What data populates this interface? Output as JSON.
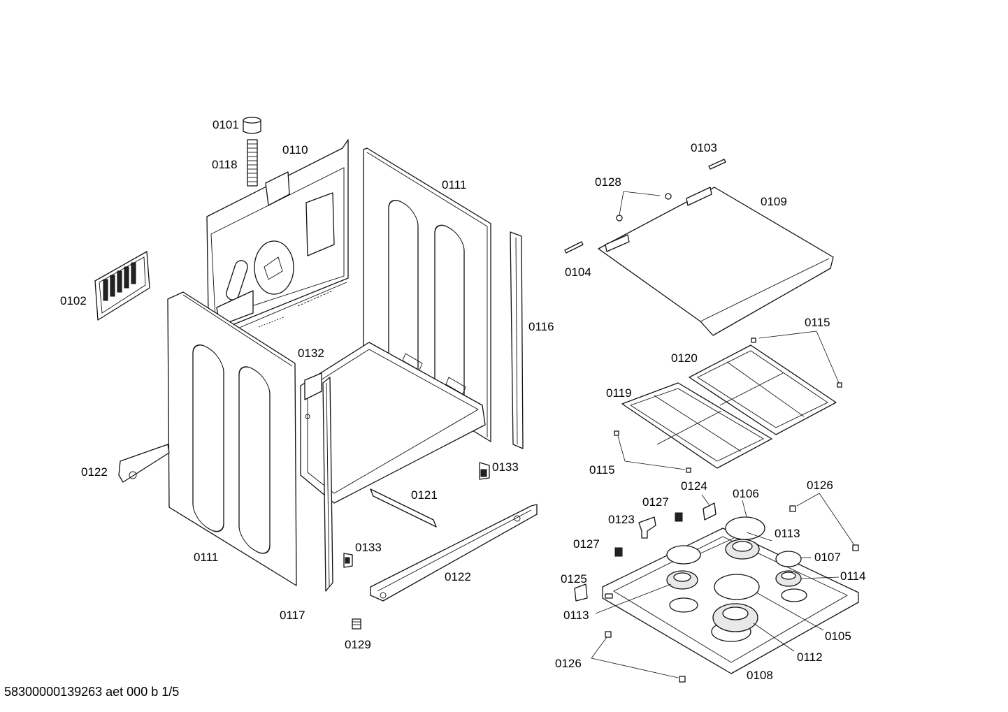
{
  "document_id": "58300000139263 aet 000 b 1/5",
  "labels": {
    "l0101": "0101",
    "l0118": "0118",
    "l0110": "0110",
    "l0111a": "0111",
    "l0102": "0102",
    "l0116": "0116",
    "l0132": "0132",
    "l0122a": "0122",
    "l0133a": "0133",
    "l0121": "0121",
    "l0111b": "0111",
    "l0133b": "0133",
    "l0122b": "0122",
    "l0117": "0117",
    "l0129": "0129",
    "l0103": "0103",
    "l0128": "0128",
    "l0109": "0109",
    "l0104": "0104",
    "l0115a": "0115",
    "l0120": "0120",
    "l0119": "0119",
    "l0115b": "0115",
    "l0124": "0124",
    "l0106": "0106",
    "l0126a": "0126",
    "l0127a": "0127",
    "l0123": "0123",
    "l0113a": "0113",
    "l0127b": "0127",
    "l0107": "0107",
    "l0114": "0114",
    "l0125": "0125",
    "l0113b": "0113",
    "l0105": "0105",
    "l0112": "0112",
    "l0126b": "0126",
    "l0108": "0108"
  }
}
